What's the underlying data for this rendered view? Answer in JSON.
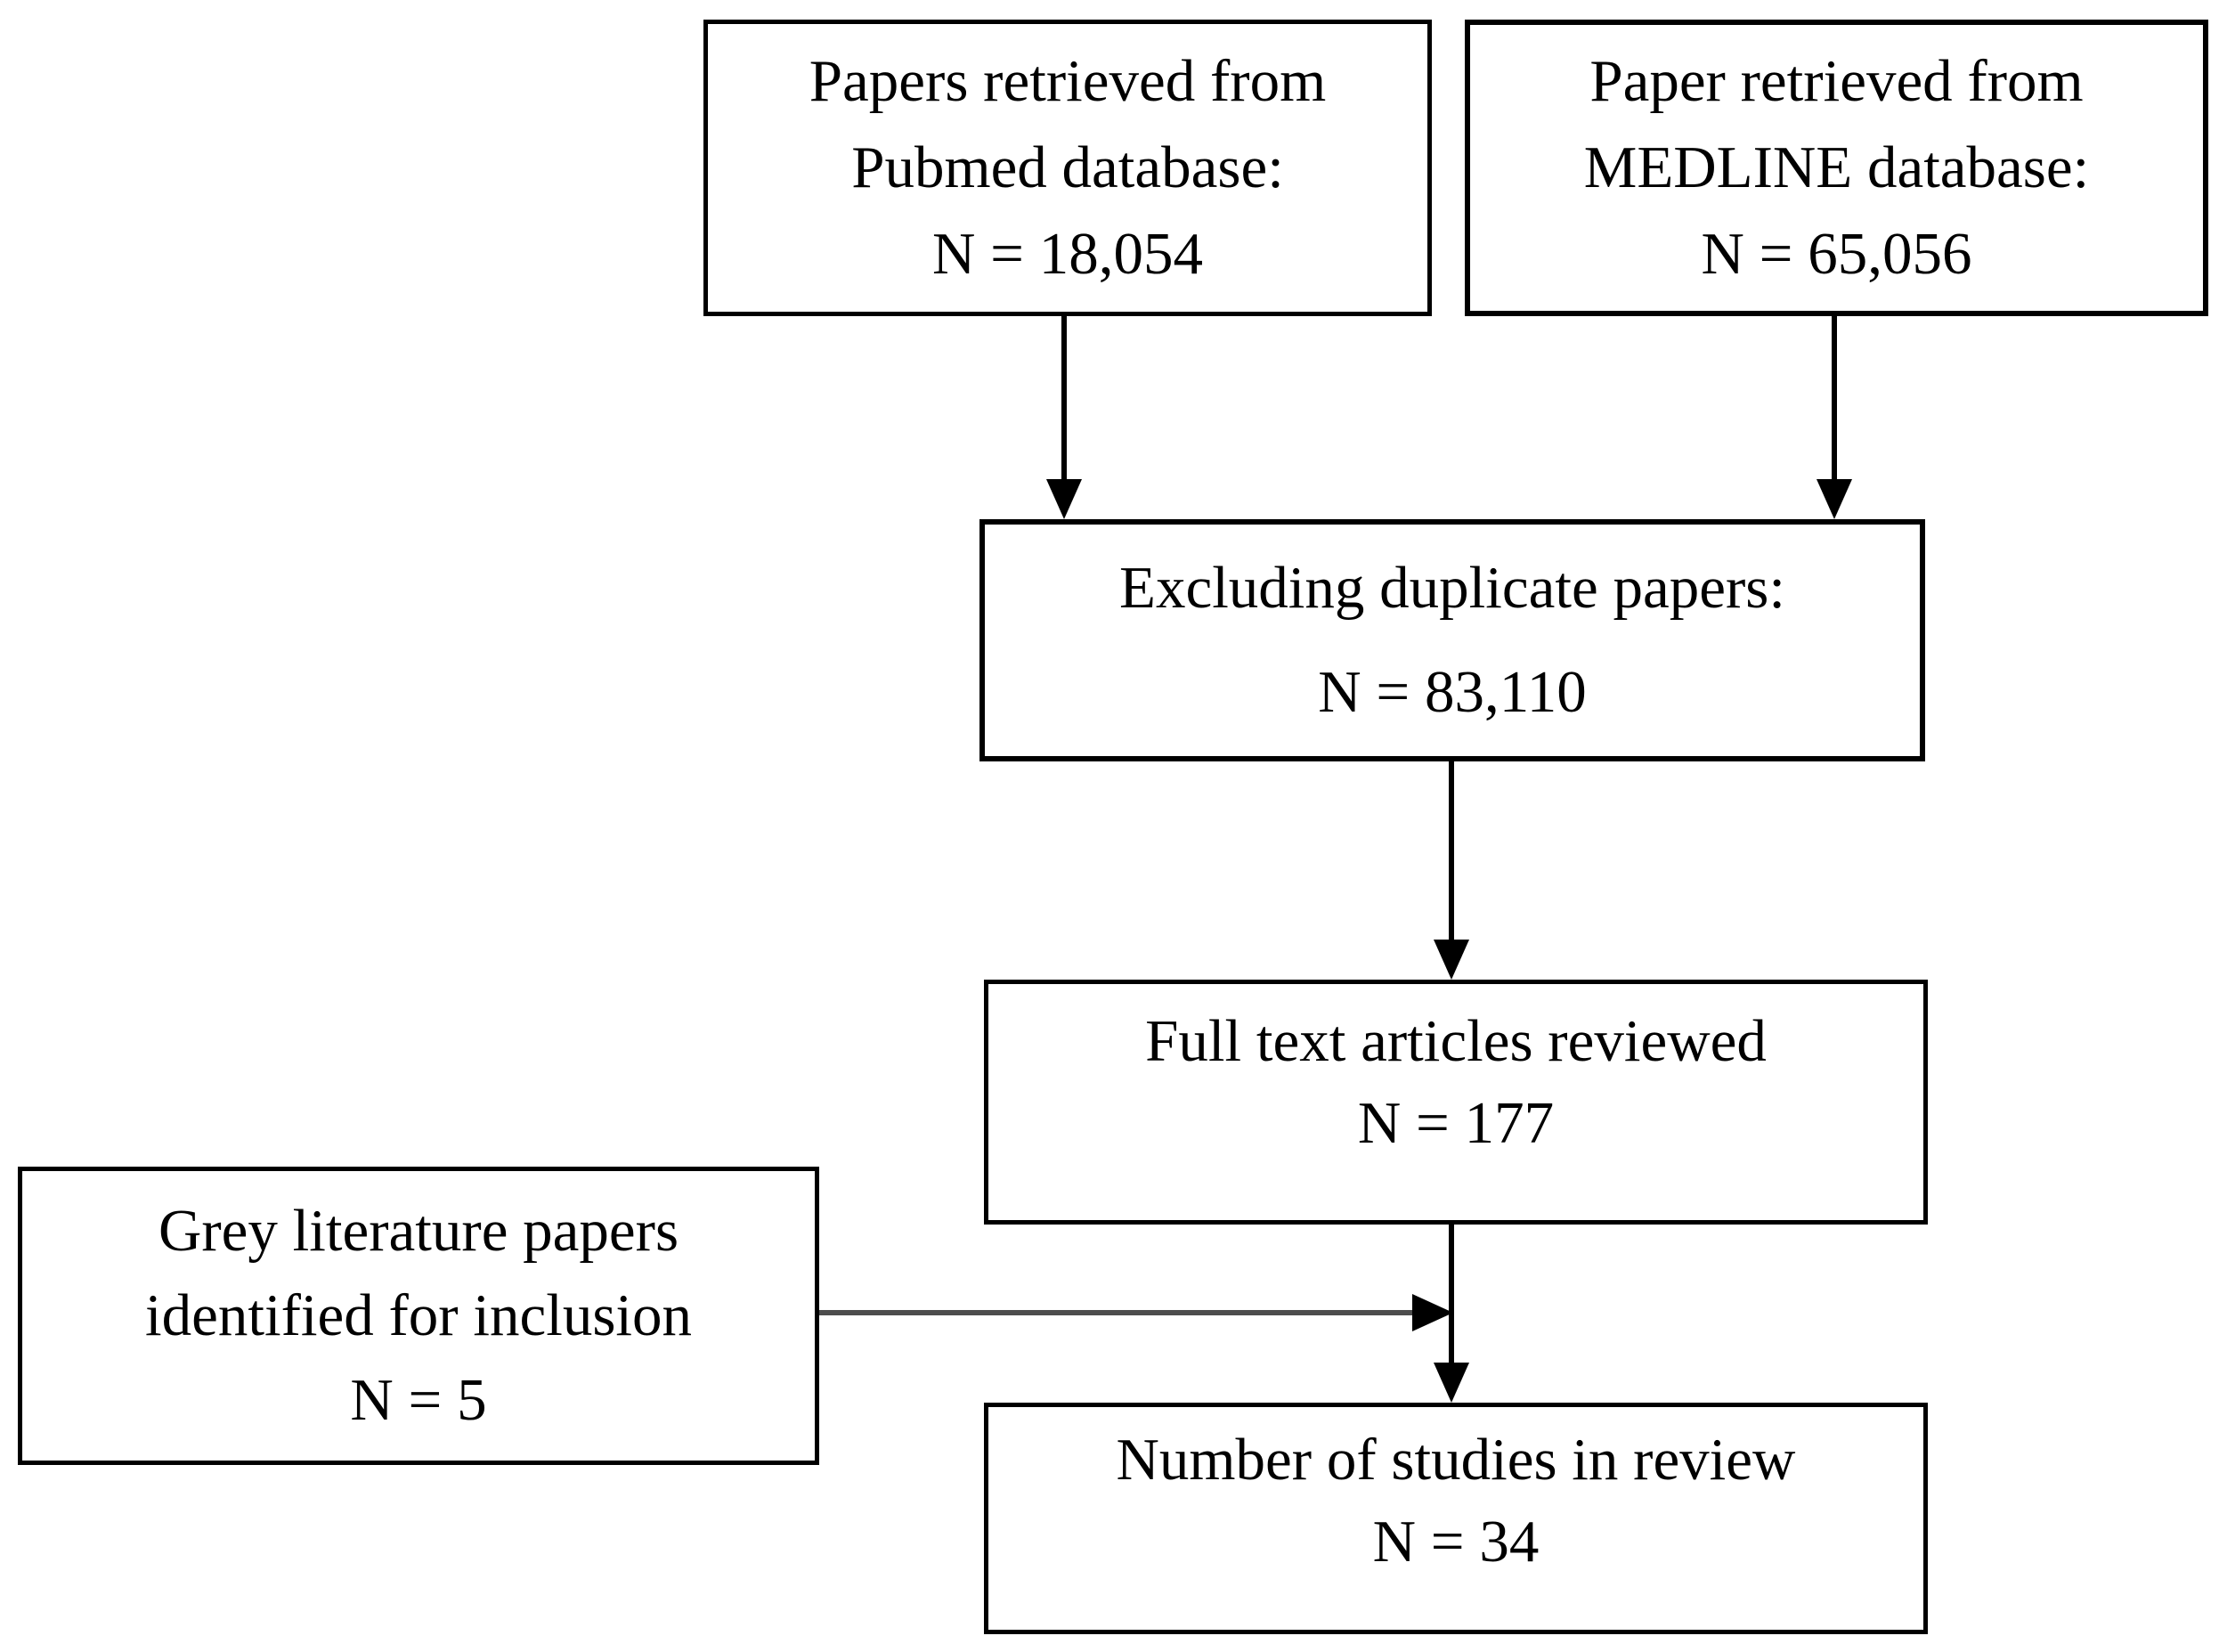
{
  "nodes": {
    "pubmed": {
      "line1": "Papers retrieved from",
      "line2": "Pubmed database:",
      "count": "N = 18,054"
    },
    "medline": {
      "line1": "Paper retrieved from",
      "line2": "MEDLINE database:",
      "count": "N = 65,056"
    },
    "dedup": {
      "line1": "Excluding duplicate papers:",
      "count": "N = 83,110"
    },
    "fulltext": {
      "line1": "Full text articles reviewed",
      "count": "N = 177"
    },
    "grey": {
      "line1": "Grey literature papers",
      "line2": "identified for inclusion",
      "count": "N = 5"
    },
    "included": {
      "line1": "Number of studies in review",
      "count": "N = 34"
    }
  },
  "colors": {
    "box_border": "#000000",
    "text": "#000000",
    "background": "#ffffff",
    "grey_connector": "#4d4d4d"
  }
}
